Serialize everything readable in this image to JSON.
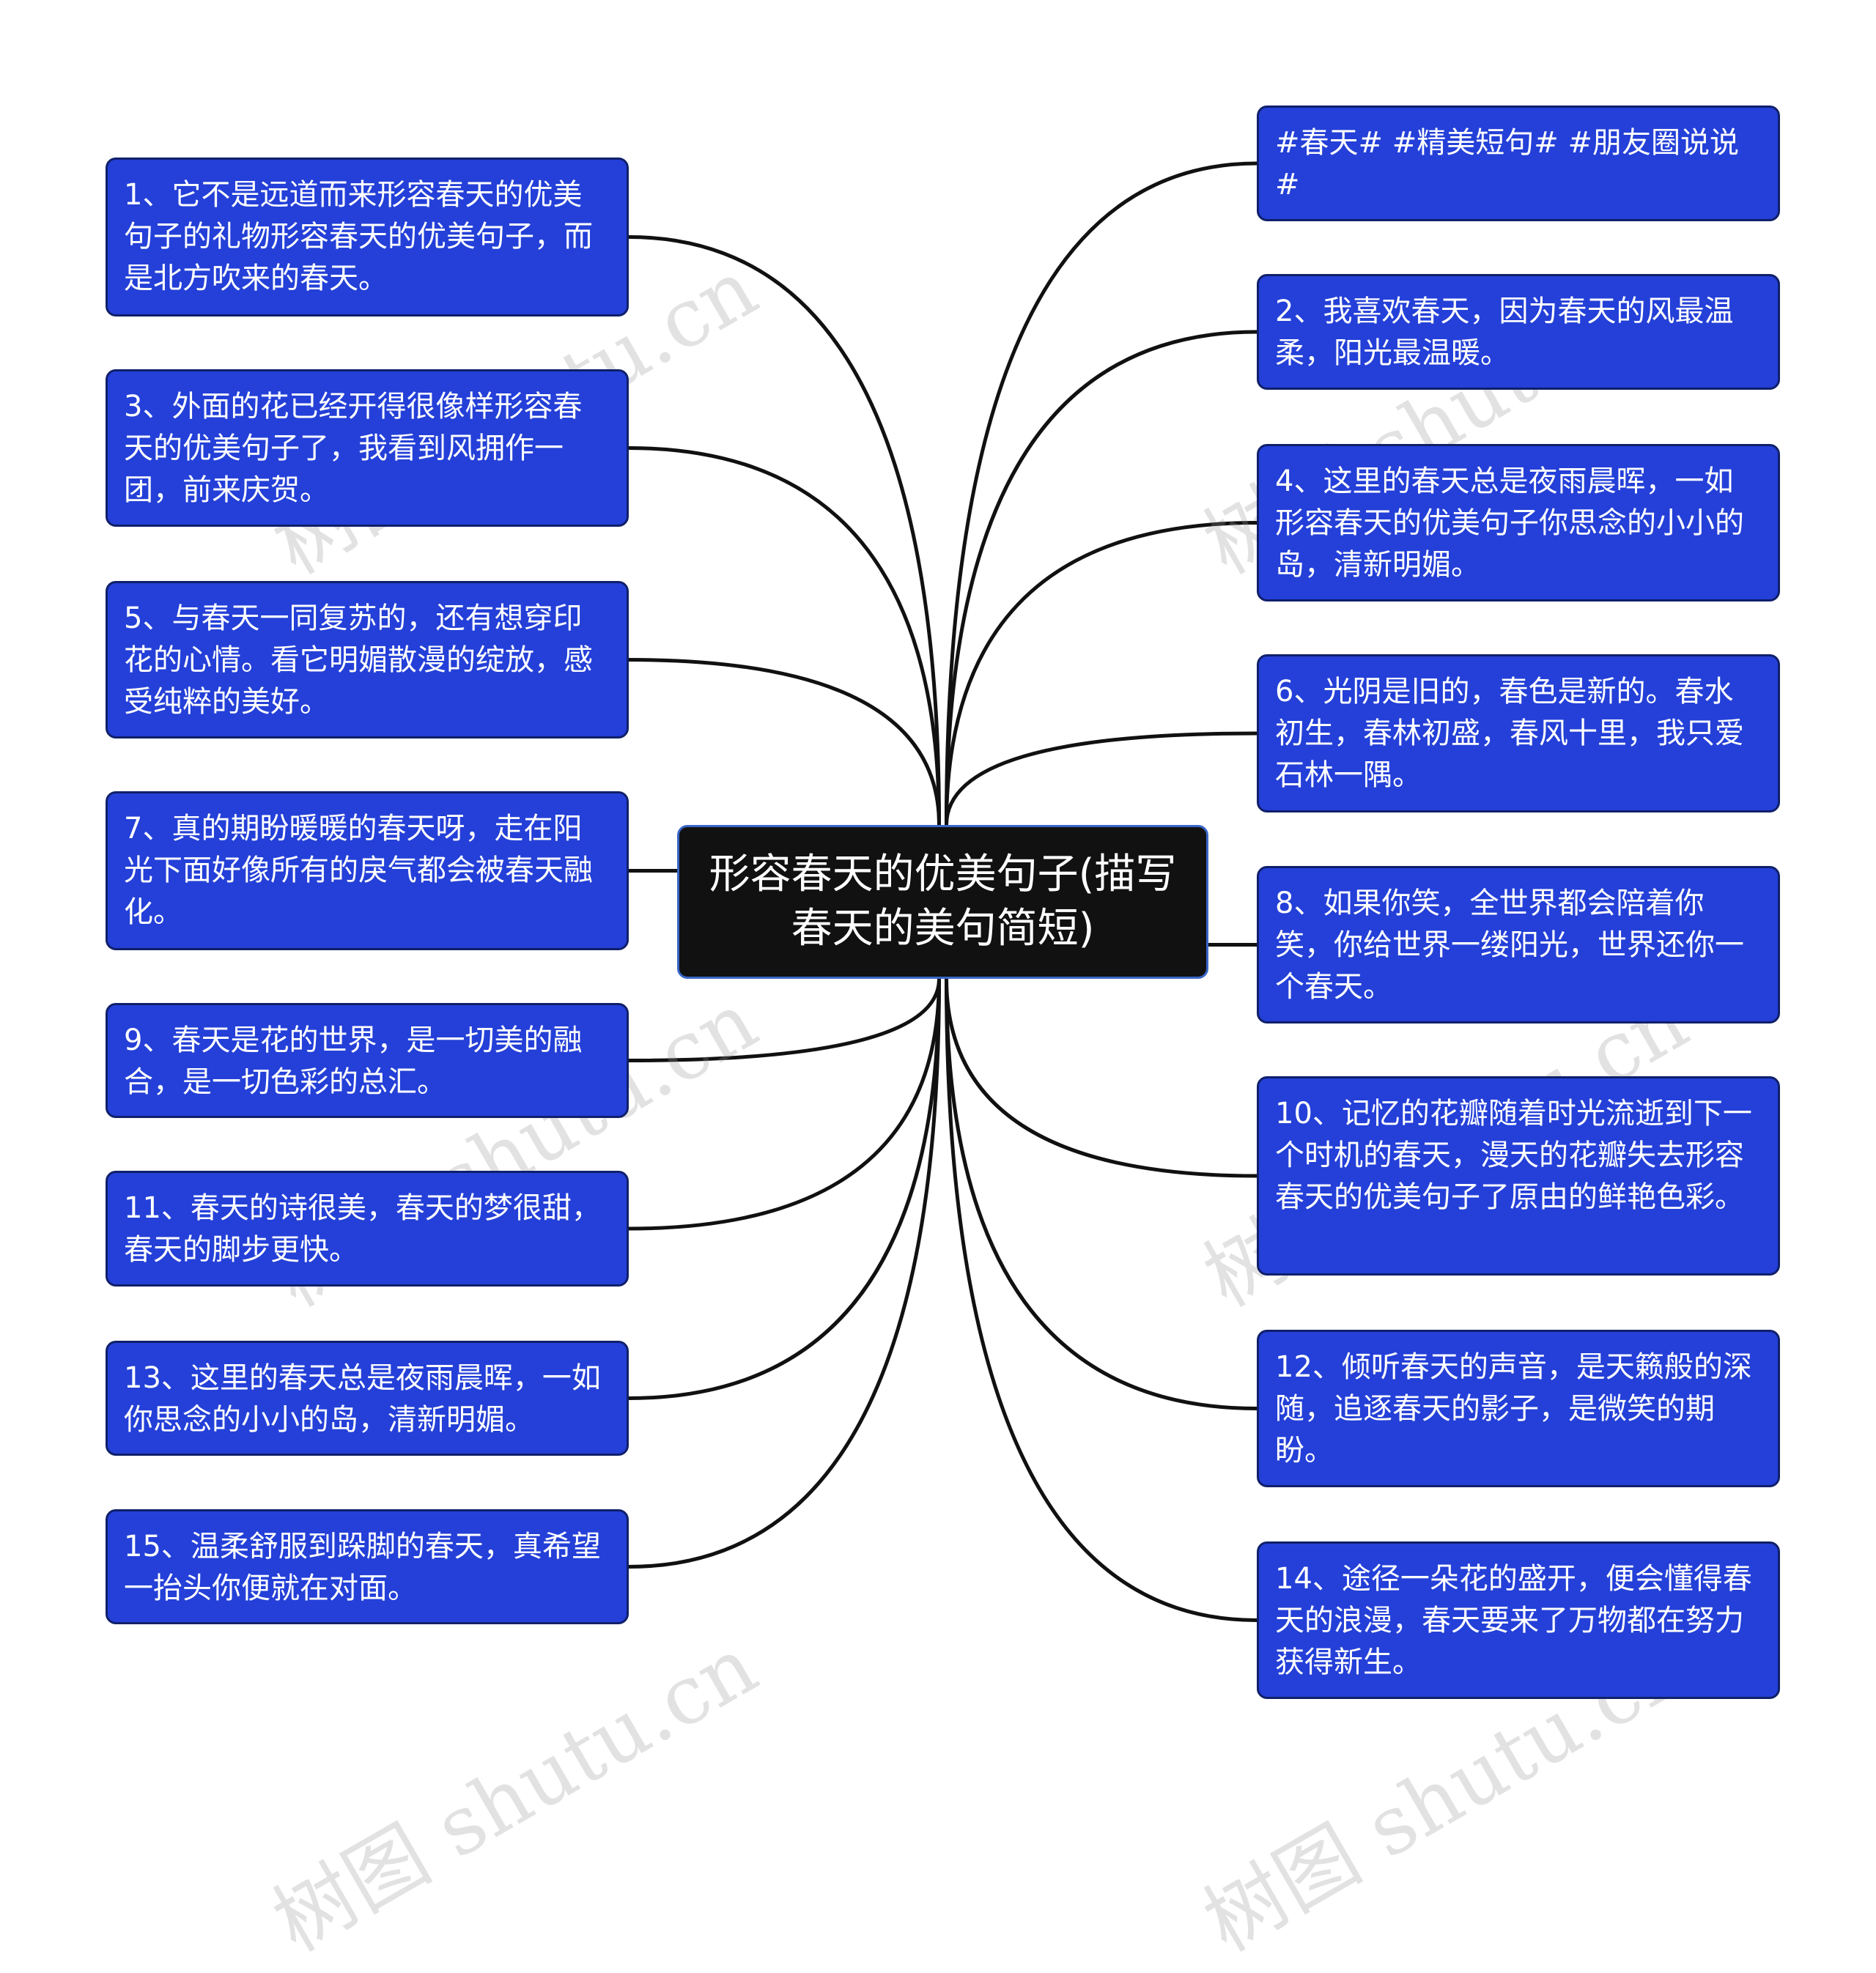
{
  "center": {
    "title": "形容春天的优美句子(描写春天的美句简短)"
  },
  "left_nodes": [
    {
      "text": "1、它不是远道而来形容春天的优美句子的礼物形容春天的优美句子，而是北方吹来的春天。"
    },
    {
      "text": "3、外面的花已经开得很像样形容春天的优美句子了，我看到风拥作一团，前来庆贺。"
    },
    {
      "text": "5、与春天一同复苏的，还有想穿印花的心情。看它明媚散漫的绽放，感受纯粹的美好。"
    },
    {
      "text": "7、真的期盼暖暖的春天呀，走在阳光下面好像所有的戾气都会被春天融化。"
    },
    {
      "text": "9、春天是花的世界，是一切美的融合，是一切色彩的总汇。"
    },
    {
      "text": "11、春天的诗很美，春天的梦很甜，春天的脚步更快。"
    },
    {
      "text": "13、这里的春天总是夜雨晨晖，一如你思念的小小的岛，清新明媚。"
    },
    {
      "text": "15、温柔舒服到跺脚的春天，真希望一抬头你便就在对面。"
    }
  ],
  "right_nodes": [
    {
      "text": "#春天# #精美短句# #朋友圈说说#"
    },
    {
      "text": "2、我喜欢春天，因为春天的风最温柔，阳光最温暖。"
    },
    {
      "text": "4、这里的春天总是夜雨晨晖，一如形容春天的优美句子你思念的小小的岛，清新明媚。"
    },
    {
      "text": "6、光阴是旧的，春色是新的。春水初生，春林初盛，春风十里，我只爱石林一隅。"
    },
    {
      "text": "8、如果你笑，全世界都会陪着你笑，你给世界一缕阳光，世界还你一个春天。"
    },
    {
      "text": "10、记忆的花瓣随着时光流逝到下一个时机的春天，漫天的花瓣失去形容春天的优美句子了原由的鲜艳色彩。"
    },
    {
      "text": "12、倾听春天的声音，是天籁般的深随，追逐春天的影子，是微笑的期盼。"
    },
    {
      "text": "14、途径一朵花的盛开，便会懂得春天的浪漫，春天要来了万物都在努力获得新生。"
    }
  ],
  "watermark": "树图 shutu.cn",
  "colors": {
    "node_fill": "#2440d8",
    "center_fill": "#111111",
    "link": "#111111"
  }
}
